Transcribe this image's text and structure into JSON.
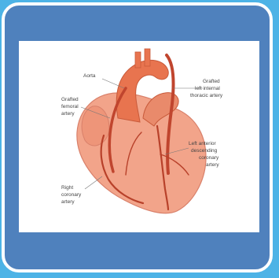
{
  "diagram": {
    "labels": {
      "aorta": "Aorta",
      "grafted_femoral_l1": "Grafted",
      "grafted_femoral_l2": "femoral",
      "grafted_femoral_l3": "artery",
      "grafted_lita_l1": "Grafted",
      "grafted_lita_l2": "left internal",
      "grafted_lita_l3": "thoracic artery",
      "lad_l1": "Left anterior",
      "lad_l2": "descending",
      "lad_l3": "coronary",
      "lad_l4": "artery",
      "rca_l1": "Right",
      "rca_l2": "coronary",
      "rca_l3": "artery"
    },
    "colors": {
      "outer_background": "#4db3e6",
      "frame_fill": "#4f81bd",
      "frame_border": "#ffffff",
      "panel": "#ffffff",
      "heart": "#f2a48a",
      "aorta": "#e8744f",
      "artery": "#c0452e"
    }
  }
}
